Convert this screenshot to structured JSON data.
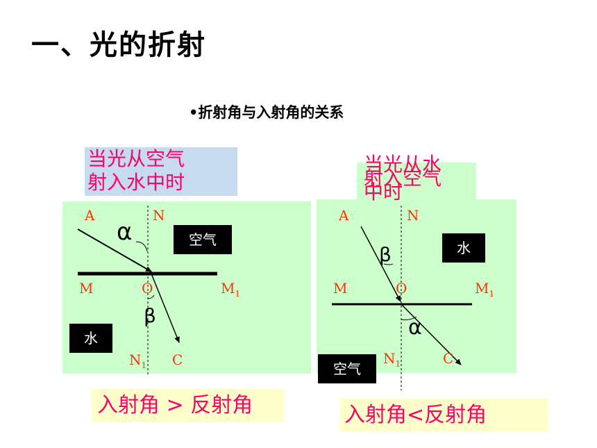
{
  "title": "一、光的折射",
  "subtitle": "•折射角与入射角的关系",
  "left": {
    "heading_line1": "当光从空气",
    "heading_line2": "射入水中时",
    "box_top": "空气",
    "box_bottom": "水",
    "label_A": "A",
    "label_N": "N",
    "label_M": "M",
    "label_O": "O",
    "label_M1": "M",
    "label_M1_sub": "1",
    "label_N1": "N",
    "label_N1_sub": "1",
    "label_C": "C",
    "alpha": "α",
    "beta": "β",
    "conclusion": "入射角 > 反射角"
  },
  "right": {
    "heading_line1": "当光从水",
    "heading_line2": "射入空气",
    "heading_line3": "中时",
    "box_top": "水",
    "box_bottom": "空气",
    "label_A": "A",
    "label_N": "N",
    "label_M": "M",
    "label_O": "O",
    "label_M1": "M",
    "label_M1_sub": "1",
    "label_N1": "N",
    "label_N1_sub": "1",
    "label_C": "C",
    "alpha": "α",
    "beta": "β",
    "conclusion": "入射角<反射角"
  },
  "colors": {
    "panel": "#ccffcc",
    "heading_bg": "#c6dbf0",
    "heading_text": "#ff0066",
    "label": "#ff3300",
    "conclusion_bg": "#ffffcc"
  }
}
